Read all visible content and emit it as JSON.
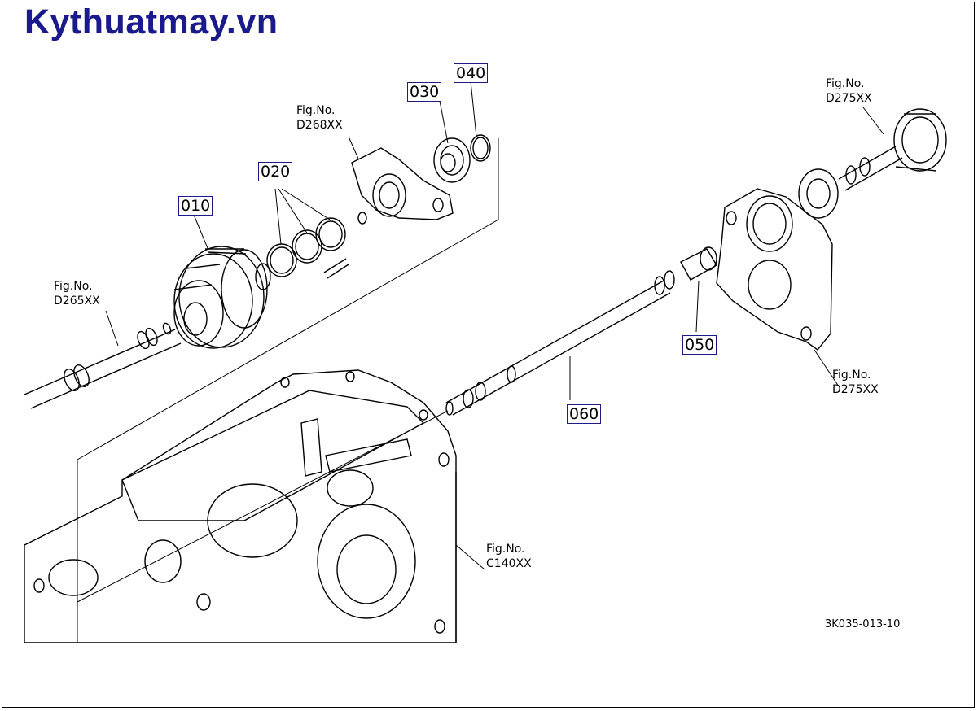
{
  "brand": "Kythuatmay.vn",
  "drawing_code": "3K035-013-10",
  "parts": [
    {
      "id": "p010",
      "number": "010"
    },
    {
      "id": "p020",
      "number": "020"
    },
    {
      "id": "p030",
      "number": "030"
    },
    {
      "id": "p040",
      "number": "040"
    },
    {
      "id": "p050",
      "number": "050"
    },
    {
      "id": "p060",
      "number": "060"
    }
  ],
  "figure_refs": {
    "d265": {
      "line1": "Fig.No.",
      "line2": "D265XX"
    },
    "d268": {
      "line1": "Fig.No.",
      "line2": "D268XX"
    },
    "d275_top": {
      "line1": "Fig.No.",
      "line2": "D275XX"
    },
    "d275_bottom": {
      "line1": "Fig.No.",
      "line2": "D275XX"
    },
    "c140": {
      "line1": "Fig.No.",
      "line2": "C140XX"
    }
  },
  "colors": {
    "brand": "#1a1a8c",
    "ink": "#000000",
    "label_border": "#1a1a8c"
  }
}
